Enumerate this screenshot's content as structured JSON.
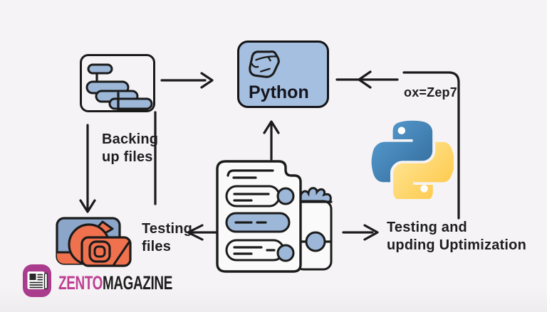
{
  "colors": {
    "bg": "#f5f3f5",
    "ink": "#1b1b1b",
    "python-box-fill": "#a5bfe0",
    "pill-blue": "#9db7d8",
    "panel-fill": "#fbfafa",
    "camera-orange": "#f0714e",
    "camera-sky": "#8ba6c9",
    "brand-magenta": "#a93c8c",
    "brand-text-magenta": "#bf3f92",
    "pylogo-blue-light": "#5a9fd4",
    "pylogo-blue-dark": "#306998",
    "pylogo-yellow-light": "#ffe9a0",
    "pylogo-yellow-dark": "#fec43d"
  },
  "nodes": {
    "python_box": {
      "label": "Python"
    },
    "code_annotation": "ox=Zep7"
  },
  "labels": {
    "backing": {
      "line1": "Backing",
      "line2": "up files"
    },
    "testing_files": {
      "line1": "Testing",
      "line2": "files"
    },
    "testing_opt": {
      "line1": "Testing and",
      "line2": "upding Uptimization"
    }
  },
  "icons": {
    "gantt-chart-icon": "stacked-task-bars",
    "rock-icon": "stone-outline",
    "python-logo-icon": "two-snake-python-logo",
    "document-checklist-icon": "page-with-list-rows",
    "jar-icon": "container-with-scalloped-top",
    "photo-camera-icon": "photo-frame-with-camera",
    "newspaper-icon": "newspaper-glyph"
  },
  "brand": {
    "primary": "ZENTO",
    "secondary": "MAGAZINE"
  }
}
